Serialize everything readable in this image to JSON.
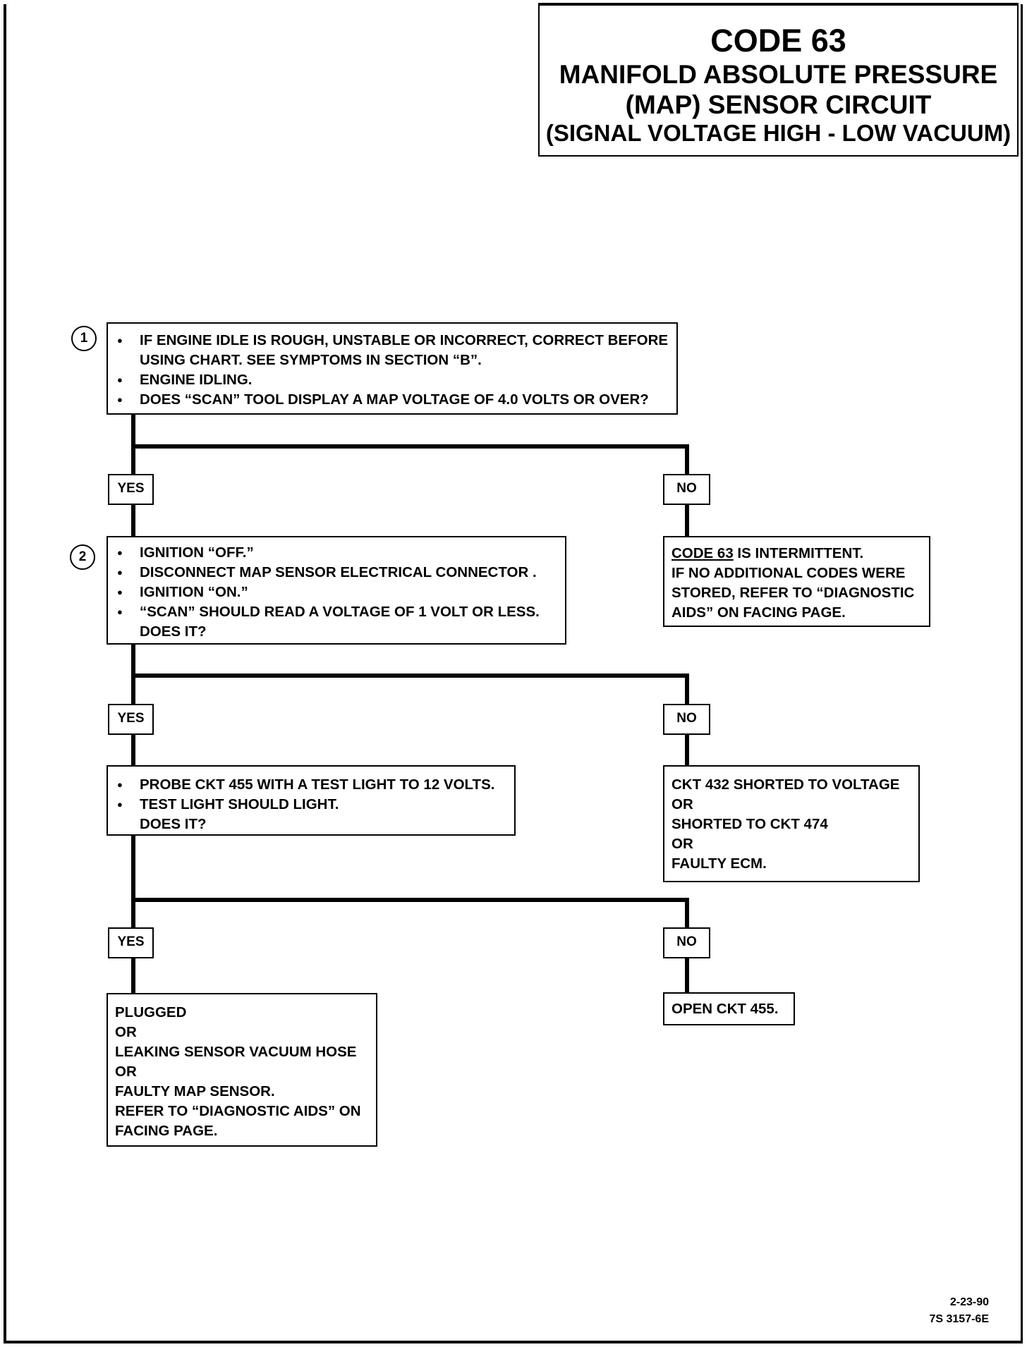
{
  "title": {
    "code": "CODE 63",
    "line1": "MANIFOLD ABSOLUTE PRESSURE",
    "line2": "(MAP) SENSOR CIRCUIT",
    "line3": "(SIGNAL VOLTAGE HIGH - LOW VACUUM)"
  },
  "step1": {
    "marker": "1",
    "bullets": [
      "IF ENGINE IDLE IS ROUGH, UNSTABLE OR INCORRECT, CORRECT BEFORE",
      "ENGINE IDLING.",
      "DOES “SCAN” TOOL DISPLAY A MAP VOLTAGE OF 4.0  VOLTS OR OVER?"
    ],
    "bullet1_cont": "USING CHART.  SEE SYMPTOMS IN SECTION “B”."
  },
  "step2": {
    "marker": "2",
    "bullets": [
      "IGNITION “OFF.”",
      "DISCONNECT MAP SENSOR ELECTRICAL CONNECTOR .",
      "IGNITION “ON.”",
      "“SCAN” SHOULD READ  A VOLTAGE OF 1 VOLT OR LESS."
    ],
    "bullet4_cont": "DOES IT?"
  },
  "step3": {
    "bullets": [
      "PROBE CKT 455 WITH A TEST LIGHT TO 12  VOLTS.",
      "TEST LIGHT SHOULD LIGHT."
    ],
    "bullet2_cont": "DOES IT?"
  },
  "labels": {
    "yes": "YES",
    "no": "NO"
  },
  "intermittent": {
    "code_ref": "CODE 63",
    "line1_rest": " IS INTERMITTENT.",
    "lines": [
      "IF NO ADDITIONAL CODES WERE",
      "STORED, REFER TO “DIAGNOSTIC",
      "AIDS” ON FACING PAGE."
    ]
  },
  "ckt432": {
    "lines": [
      "CKT 432 SHORTED TO VOLTAGE",
      "OR",
      "SHORTED TO CKT 474",
      "OR",
      "FAULTY ECM."
    ]
  },
  "open455": {
    "text": "OPEN CKT 455."
  },
  "plugged": {
    "lines": [
      "PLUGGED",
      "OR",
      "LEAKING SENSOR  VACUUM HOSE",
      "OR",
      "FAULTY MAP SENSOR.",
      "REFER TO “DIAGNOSTIC AIDS” ON",
      "FACING PAGE."
    ]
  },
  "footer": {
    "date": "2-23-90",
    "ref": "7S 3157-6E"
  }
}
